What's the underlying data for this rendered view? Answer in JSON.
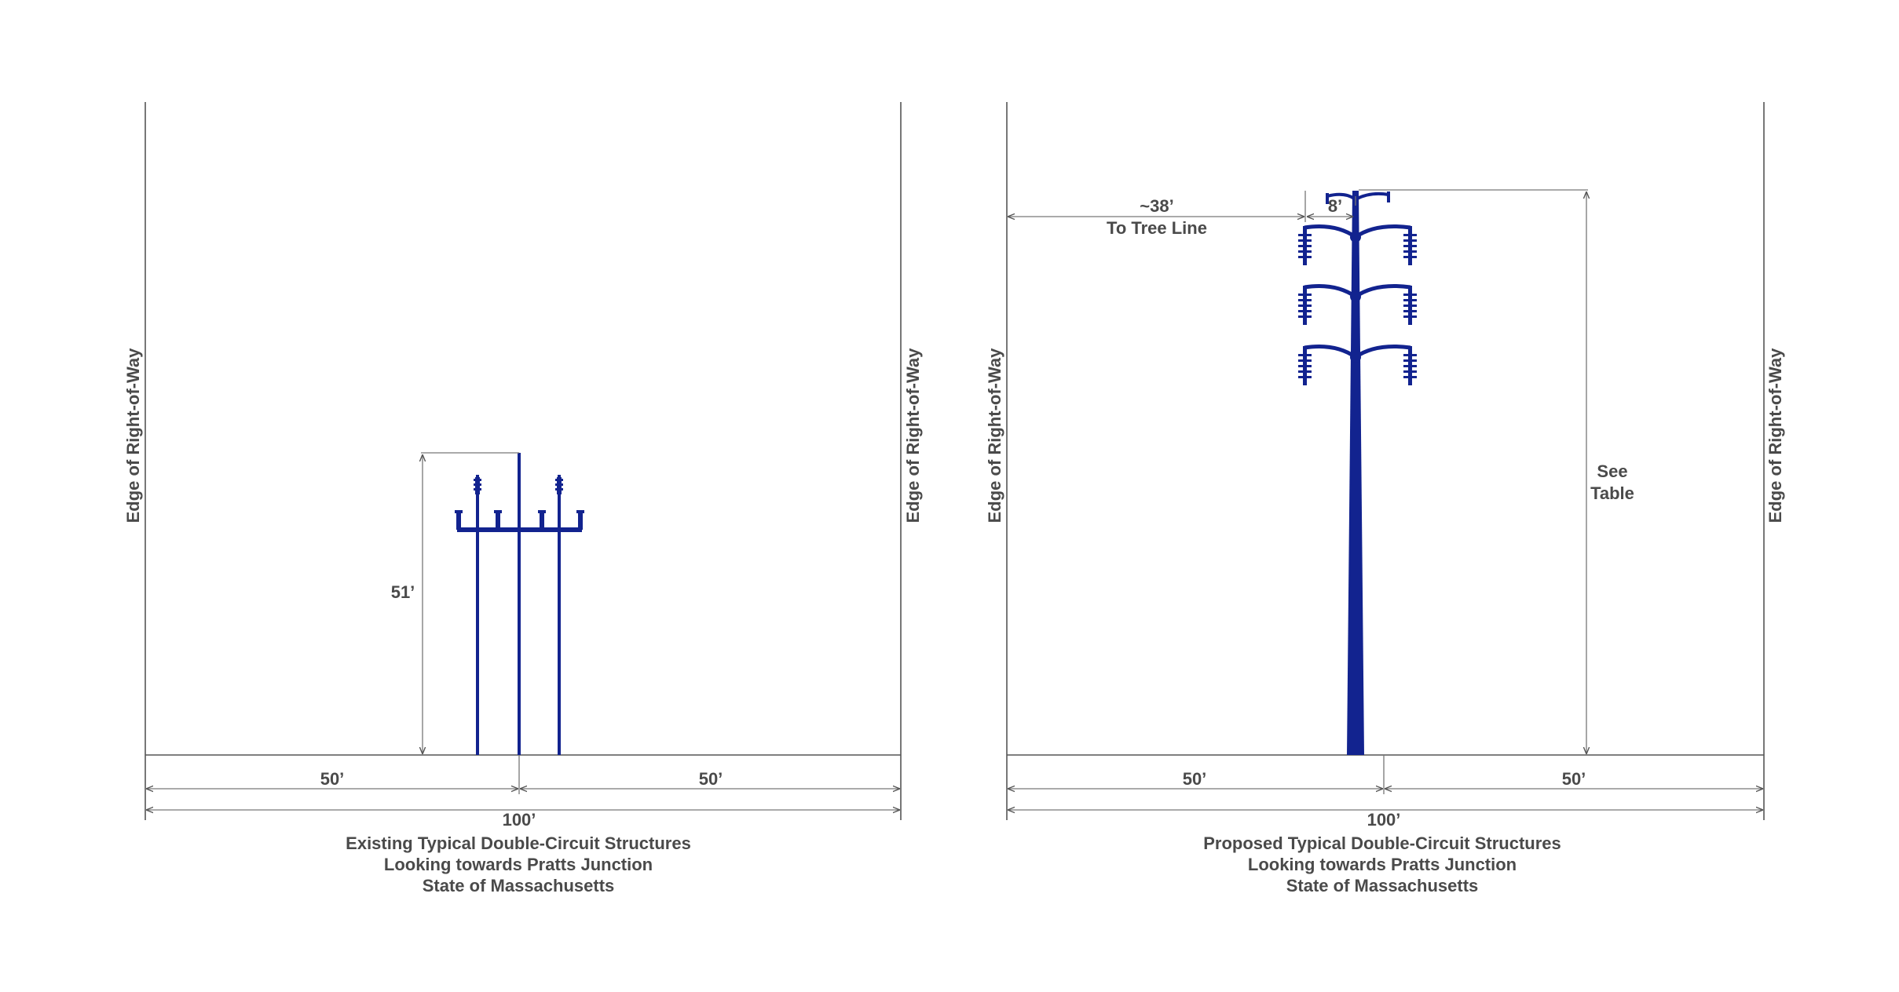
{
  "colors": {
    "structure": "#12238f",
    "lines": "#555555",
    "text": "#4a4a4a",
    "background": "#ffffff"
  },
  "edge_label": "Edge of Right-of-Way",
  "existing": {
    "height_label": "51’",
    "left_half": "50’",
    "right_half": "50’",
    "total_width": "100’",
    "caption": [
      "Existing Typical Double-Circuit Structures",
      "Looking towards Pratts Junction",
      "State of Massachusetts"
    ]
  },
  "proposed": {
    "tree_distance": "~38’",
    "tree_label": "To Tree Line",
    "arm_width": "8’",
    "height_label": [
      "See",
      "Table"
    ],
    "left_half": "50’",
    "right_half": "50’",
    "total_width": "100’",
    "caption": [
      "Proposed Typical Double-Circuit Structures",
      "Looking towards Pratts Junction",
      "State of Massachusetts"
    ]
  }
}
